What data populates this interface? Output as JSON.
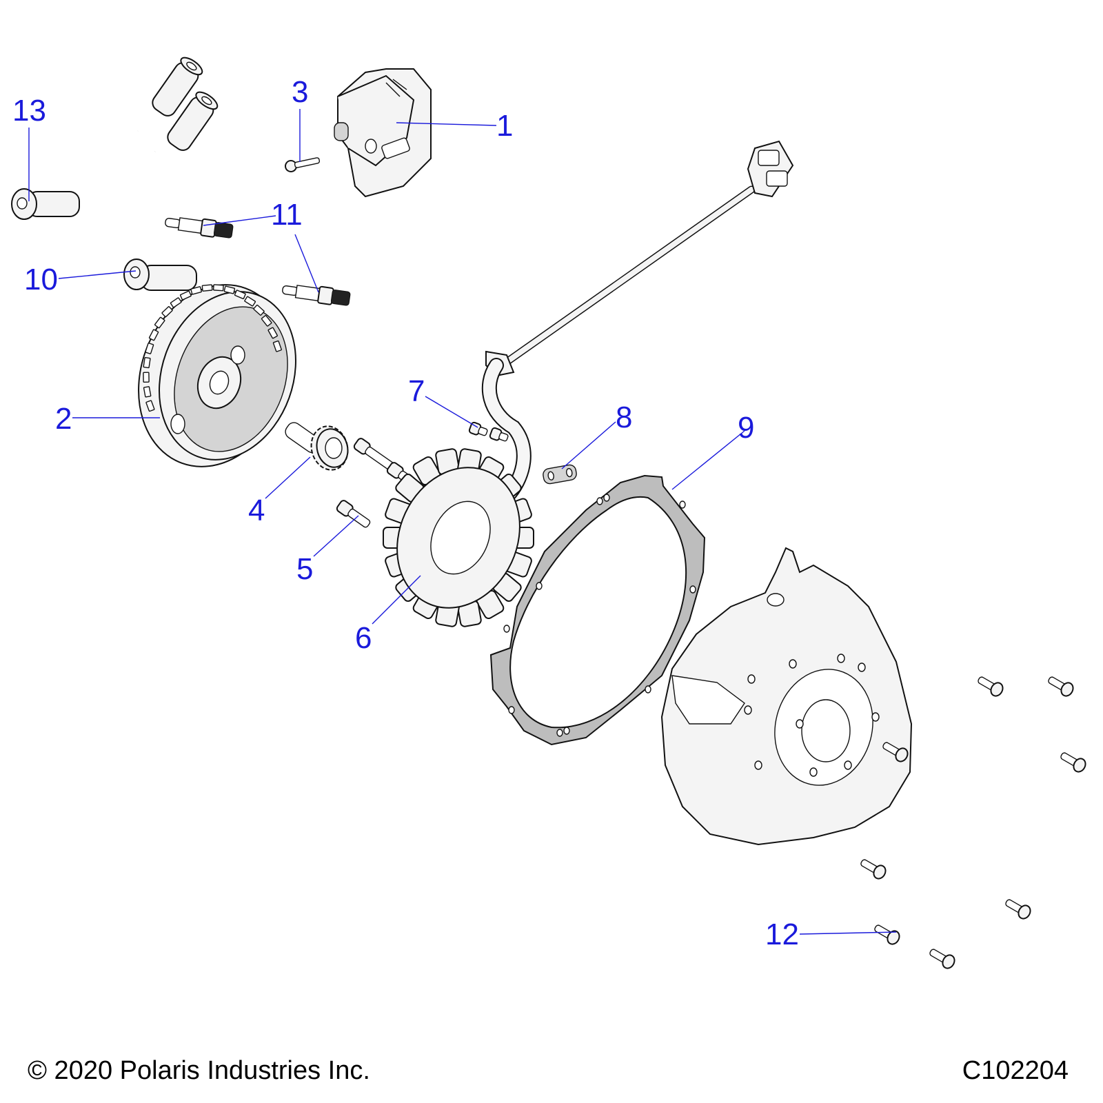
{
  "diagram": {
    "callouts": [
      {
        "id": "1",
        "part": "ignition-module"
      },
      {
        "id": "2",
        "part": "flywheel"
      },
      {
        "id": "3",
        "part": "module-screw"
      },
      {
        "id": "4",
        "part": "starter-drive-gear"
      },
      {
        "id": "5",
        "part": "stator-screw"
      },
      {
        "id": "6",
        "part": "stator"
      },
      {
        "id": "7",
        "part": "harness-screw"
      },
      {
        "id": "8",
        "part": "wire-clamp"
      },
      {
        "id": "9",
        "part": "gasket"
      },
      {
        "id": "10",
        "part": "spark-plug-cap"
      },
      {
        "id": "11",
        "part": "spark-plug"
      },
      {
        "id": "12",
        "part": "cover-bolt"
      },
      {
        "id": "13",
        "part": "spark-plug-cap-lead"
      }
    ],
    "label_color": "#1a1adb"
  },
  "footer": {
    "copyright": "© 2020 Polaris Industries Inc.",
    "drawing_number": "C102204"
  }
}
